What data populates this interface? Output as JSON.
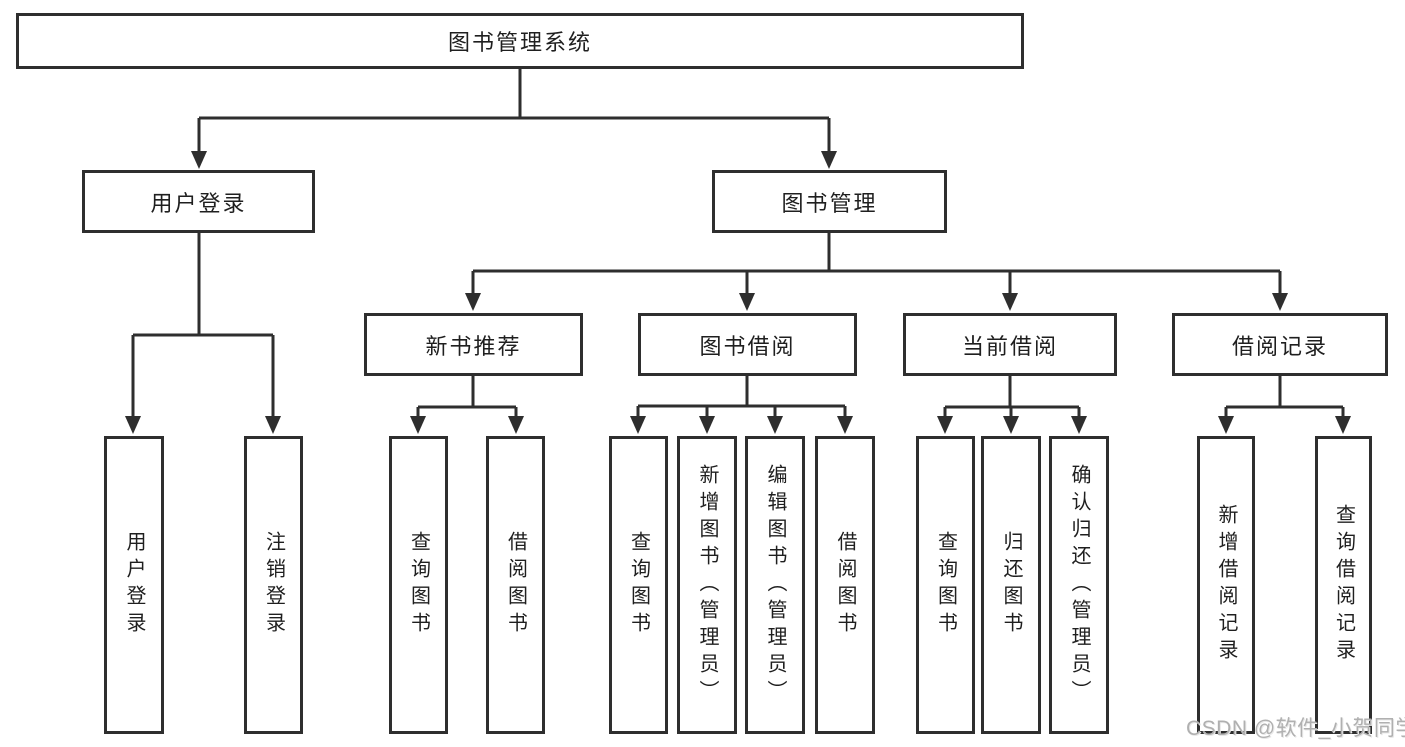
{
  "colors": {
    "background": "#ffffff",
    "line": "#2e2e2e",
    "box_border": "#2e2e2e",
    "text": "#1f1f1f",
    "watermark": "#b0b0b0"
  },
  "diagram": {
    "root": {
      "label": "图书管理系统"
    },
    "branches": [
      {
        "label": "用户登录",
        "children": [
          {
            "label": "用户登录"
          },
          {
            "label": "注销登录"
          }
        ]
      },
      {
        "label": "图书管理",
        "children": [
          {
            "label": "新书推荐",
            "children": [
              {
                "label": "查询图书"
              },
              {
                "label": "借阅图书"
              }
            ]
          },
          {
            "label": "图书借阅",
            "children": [
              {
                "label": "查询图书"
              },
              {
                "label": "新增图书（管理员）"
              },
              {
                "label": "编辑图书（管理员）"
              },
              {
                "label": "借阅图书"
              }
            ]
          },
          {
            "label": "当前借阅",
            "children": [
              {
                "label": "查询图书"
              },
              {
                "label": "归还图书"
              },
              {
                "label": "确认归还（管理员）"
              }
            ]
          },
          {
            "label": "借阅记录",
            "children": [
              {
                "label": "新增借阅记录"
              },
              {
                "label": "查询借阅记录"
              }
            ]
          }
        ]
      }
    ]
  },
  "watermark": {
    "text": "CSDN @软件_小贺同学"
  }
}
